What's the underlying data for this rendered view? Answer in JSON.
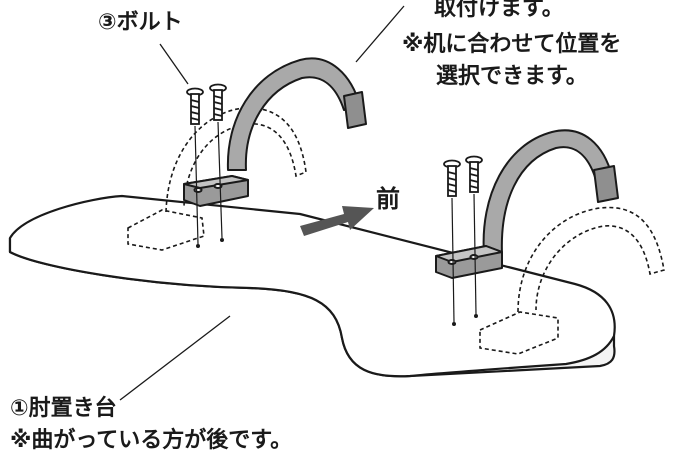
{
  "labels": {
    "bolt": "③ボルト",
    "top_line1": "取付けます。",
    "top_line2": "※机に合わせて位置を",
    "top_line3": "選択できます。",
    "front": "前",
    "base": "①肘置き台",
    "base_note": "※曲がっている方が後です。"
  },
  "colors": {
    "line": "#1a1a1a",
    "band_fill": "#a9a9a9",
    "band_inner": "#8f8f8f",
    "bracket_fill": "#9a9a9a",
    "plate_fill": "#ffffff",
    "plate_edge": "#f3f3f3",
    "arrow": "#555555"
  }
}
